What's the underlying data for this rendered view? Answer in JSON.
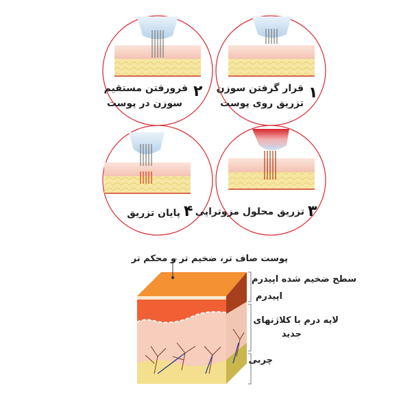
{
  "steps": [
    {
      "number": "۱",
      "lines": [
        "قرار گرفتن سوزن",
        "تزریق روی پوست"
      ]
    },
    {
      "number": "۲",
      "lines": [
        "فرورفتن مستقیم",
        "سوزن در پوست"
      ]
    },
    {
      "number": "۳",
      "lines": [
        "تزریق محلول مزوتراپی"
      ]
    },
    {
      "number": "۴",
      "lines": [
        "پایان تزریق"
      ]
    }
  ],
  "skin_diagram": {
    "top_label": "پوست صاف تر، ضخیم تر و محکم تر",
    "layers": {
      "thickened_epidermis": "سطح ضخیم شده اپیدرم",
      "epidermis": "اپیدرم",
      "dermis_line1": "لایه درم با کلاژنهای",
      "dermis_line2": "جدید",
      "fat": "چربی"
    }
  },
  "colors": {
    "circle_border": "#d9333a",
    "epidermis": "#f05a2a",
    "top_surface": "#f39133",
    "fat": "#f2da7a",
    "skin": "#f6d0c4"
  }
}
